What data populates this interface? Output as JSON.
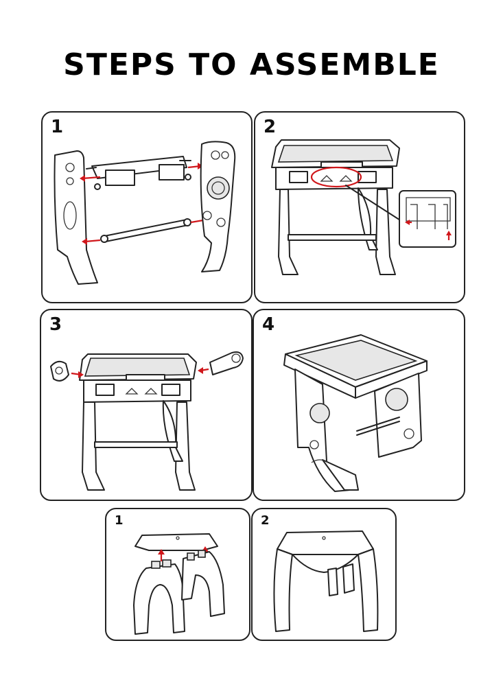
{
  "title": "STEPS TO ASSEMBLE",
  "desk_steps": [
    {
      "number": "1"
    },
    {
      "number": "2"
    },
    {
      "number": "3"
    },
    {
      "number": "4"
    }
  ],
  "stool_steps": [
    {
      "number": "1"
    },
    {
      "number": "2"
    }
  ],
  "colors": {
    "arrow": "#d0171b",
    "line": "#222222"
  }
}
